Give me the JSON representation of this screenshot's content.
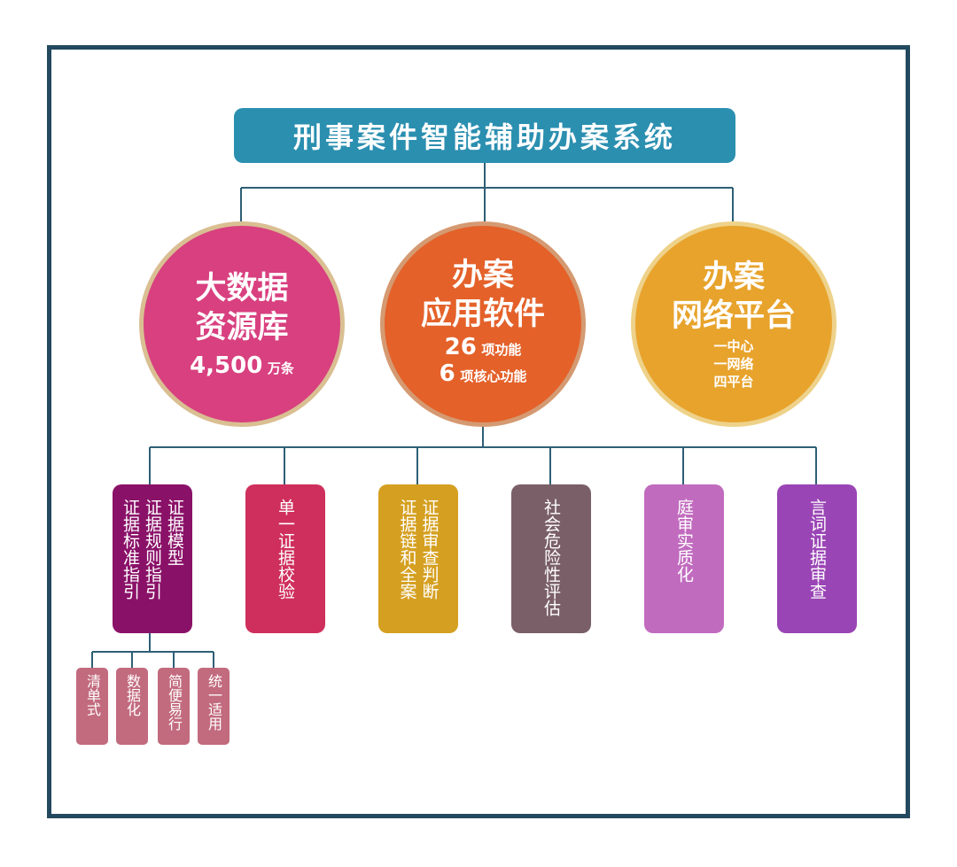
{
  "title": "刑事案件智能辅助办案系统",
  "colors": {
    "frame": "#22495f",
    "title": "#2b8fb0",
    "lines": "#2e5f76",
    "big_data": "#d8407f",
    "software": "#e4612a",
    "platform": "#e8a32c"
  },
  "circles": {
    "big_data": {
      "line1": "大数据",
      "line2": "资源库",
      "num": "4,500",
      "unit": "万条"
    },
    "software": {
      "line1": "办案",
      "line2": "应用软件",
      "stat1_num": "26",
      "stat1_unit": "项功能",
      "stat2_num": "6",
      "stat2_unit": "项核心功能"
    },
    "platform": {
      "line1": "办案",
      "line2": "网络平台",
      "sub1": "一中心",
      "sub2": "一网络",
      "sub3": "四平台"
    }
  },
  "functions": [
    {
      "cols": [
        "证据模型",
        "证据规则指引",
        "证据标准指引"
      ],
      "color": "#8a1168"
    },
    {
      "cols": [
        "单一证据校验"
      ],
      "color": "#cf2f5c"
    },
    {
      "cols": [
        "证据审查判断",
        "证据链和全案"
      ],
      "color": "#d5a021"
    },
    {
      "cols": [
        "社会危险性评估"
      ],
      "color": "#7a5f68"
    },
    {
      "cols": [
        "庭审实质化"
      ],
      "color": "#c16bbf"
    },
    {
      "cols": [
        "言词证据审查"
      ],
      "color": "#9a45b5"
    }
  ],
  "sub_items": [
    "清单式",
    "数据化",
    "简便易行",
    "统一适用"
  ]
}
